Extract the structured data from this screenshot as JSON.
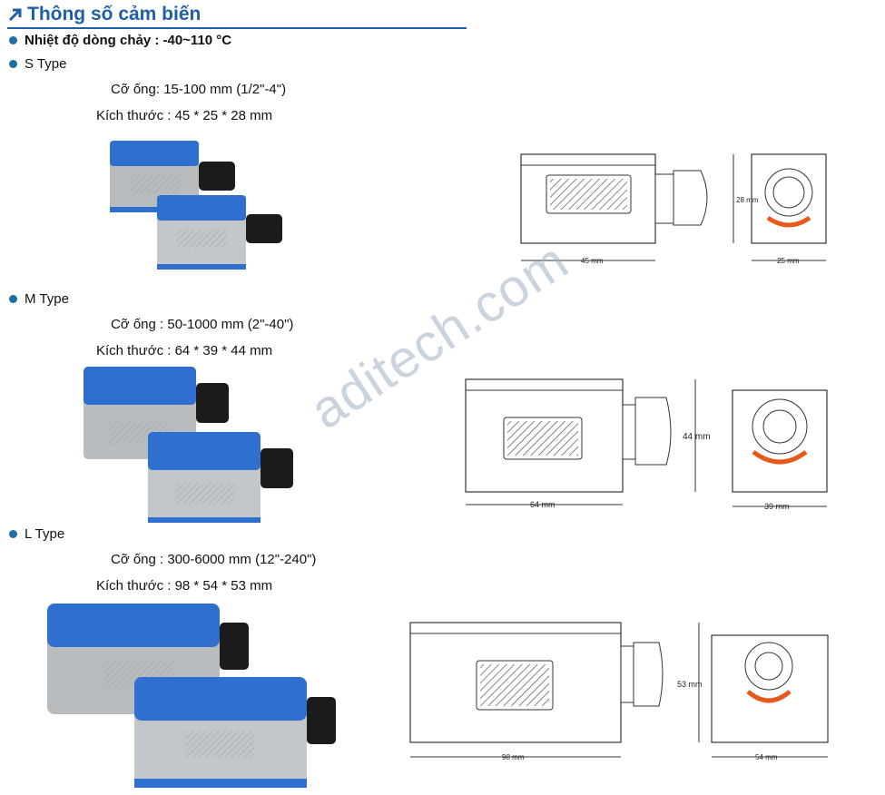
{
  "title": "Thông số cảm biến",
  "flow_temp": "Nhiệt độ dòng chảy : -40~110 °C",
  "watermark": "aditech.com",
  "types": [
    {
      "name": "S Type",
      "pipe": "Cỡ ống: 15-100 mm (1/2\"-4\")",
      "size": "Kích thước : 45 * 25 * 28 mm",
      "dim_len": "45 mm",
      "dim_height": "28 mm",
      "dim_width": "25 mm"
    },
    {
      "name": "M Type",
      "pipe": "Cỡ ống : 50-1000 mm (2\"-40\")",
      "size": "Kích thước : 64 * 39 * 44 mm",
      "dim_len": "64 mm",
      "dim_height": "44 mm",
      "dim_width": "39 mm"
    },
    {
      "name": "L Type",
      "pipe": "Cỡ ống : 300-6000 mm (12\"-240\")",
      "size": "Kích thước : 98 * 54 * 53 mm",
      "dim_len": "98 mm",
      "dim_height": "53 mm",
      "dim_width": "54 mm"
    }
  ],
  "colors": {
    "heading": "#1f5fa8",
    "bullet": "#1c6ea4",
    "sensor_blue": "#2f6fd0",
    "sensor_gray": "#b9bcbe",
    "accent_arc": "#e8591b"
  },
  "icons": {
    "title_icon": "arrow-up-right-icon",
    "bullet_icon": "bullet-dot-icon"
  }
}
